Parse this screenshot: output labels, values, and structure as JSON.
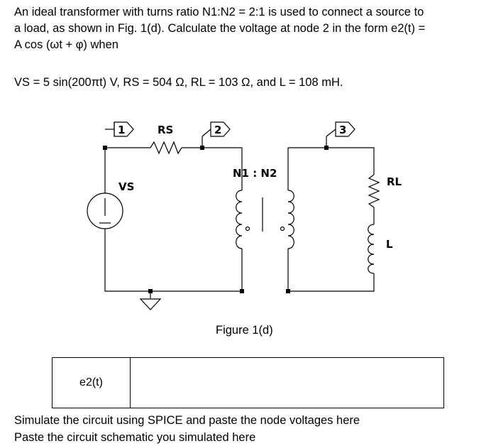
{
  "problem": {
    "line1": "An ideal transformer with turns ratio N1:N2 = 2:1 is used to connect a source to",
    "line2": "a load, as shown in Fig. 1(d). Calculate the voltage at node 2 in the form e2(t) =",
    "line3": "A cos (ωt + φ) when",
    "given": "VS = 5 sin(200πt) V, RS = 504 Ω, RL = 103 Ω, and L = 108 mH."
  },
  "circuit": {
    "node1": "1",
    "node2": "2",
    "node3": "3",
    "rs_label": "RS",
    "vs_label": "VS",
    "transformer_label": "N1 : N2",
    "rl_label": "RL",
    "l_label": "L"
  },
  "figure_caption": "Figure 1(d)",
  "answer_table": {
    "row_label": "e2(t)",
    "row_value": ""
  },
  "instructions": {
    "line1": "Simulate the circuit using SPICE and paste the node voltages here",
    "line2": "Paste the circuit schematic you simulated here"
  }
}
